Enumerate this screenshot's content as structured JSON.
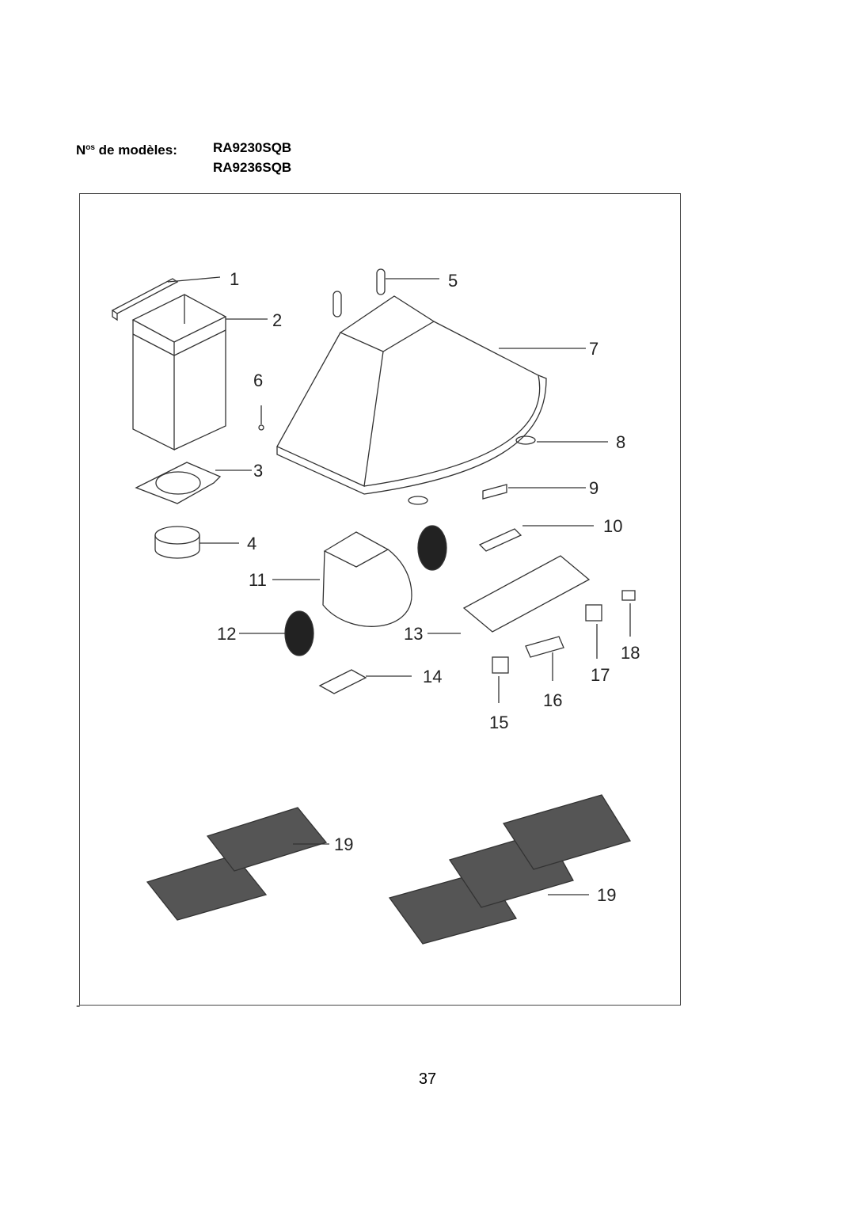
{
  "header": {
    "label_prefix": "N",
    "label_sup": "os",
    "label_suffix": " de modèles:",
    "models": [
      "RA9230SQB",
      "RA9236SQB"
    ]
  },
  "callouts": [
    "1",
    "2",
    "3",
    "4",
    "5",
    "6",
    "7",
    "8",
    "9",
    "10",
    "11",
    "12",
    "13",
    "14",
    "15",
    "16",
    "17",
    "18",
    "19",
    "19"
  ],
  "dash": "-",
  "page_number": "37"
}
